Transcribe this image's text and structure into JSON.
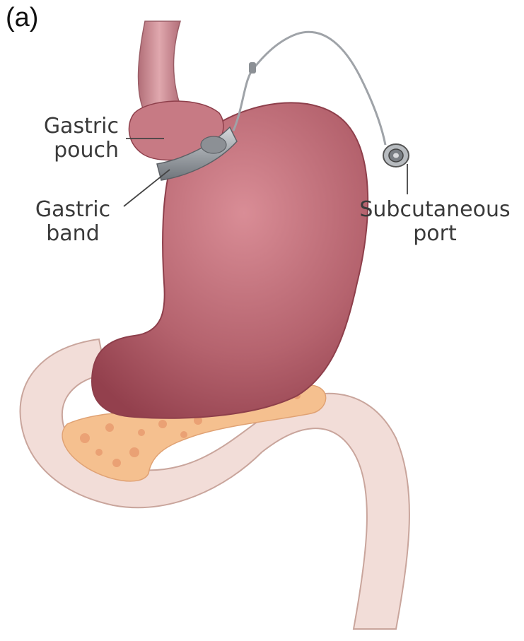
{
  "figure": {
    "panel_label": "(a)",
    "labels": {
      "gastric_pouch": [
        "Gastric",
        "pouch"
      ],
      "gastric_band": [
        "Gastric",
        "band"
      ],
      "subcutaneous_port": [
        "Subcutaneous",
        "port"
      ]
    }
  },
  "colors": {
    "stomach": "#b5636e",
    "stomach_highlight": "#d98d96",
    "esophagus": "#c9848d",
    "intestine": "#f2ddd8",
    "intestine_edge": "#c9a59c",
    "pancreas": "#f5c08f",
    "pancreas_spots": "#e89a6e",
    "band": "#a9adb2",
    "leader_line": "#444444"
  }
}
